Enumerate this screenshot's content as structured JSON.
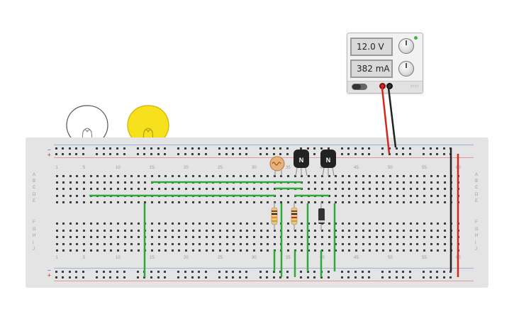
{
  "power_supply": {
    "voltage": "12.0 V",
    "current": "382 mA"
  },
  "breadboard": {
    "column_numbers": [
      "1",
      "5",
      "10",
      "15",
      "20",
      "25",
      "30",
      "35",
      "40",
      "45",
      "50",
      "55",
      "60"
    ],
    "row_letters_top": [
      "A",
      "B",
      "C",
      "D",
      "E"
    ],
    "row_letters_bottom": [
      "F",
      "G",
      "H",
      "I",
      "J"
    ],
    "rail_minus": "−",
    "rail_plus": "+"
  },
  "components": {
    "transistor_left_label": "N",
    "transistor_right_label": "N"
  },
  "colors": {
    "breadboard": "#e4e4e4",
    "wire_green": "#2eaa3a",
    "wire_red": "#d7261d",
    "wire_black": "#222222",
    "bulb_on": "#f7e11c",
    "bulb_off": "#ffffff",
    "rail_red": "#e05050",
    "rail_blue": "#5a7fd6"
  }
}
